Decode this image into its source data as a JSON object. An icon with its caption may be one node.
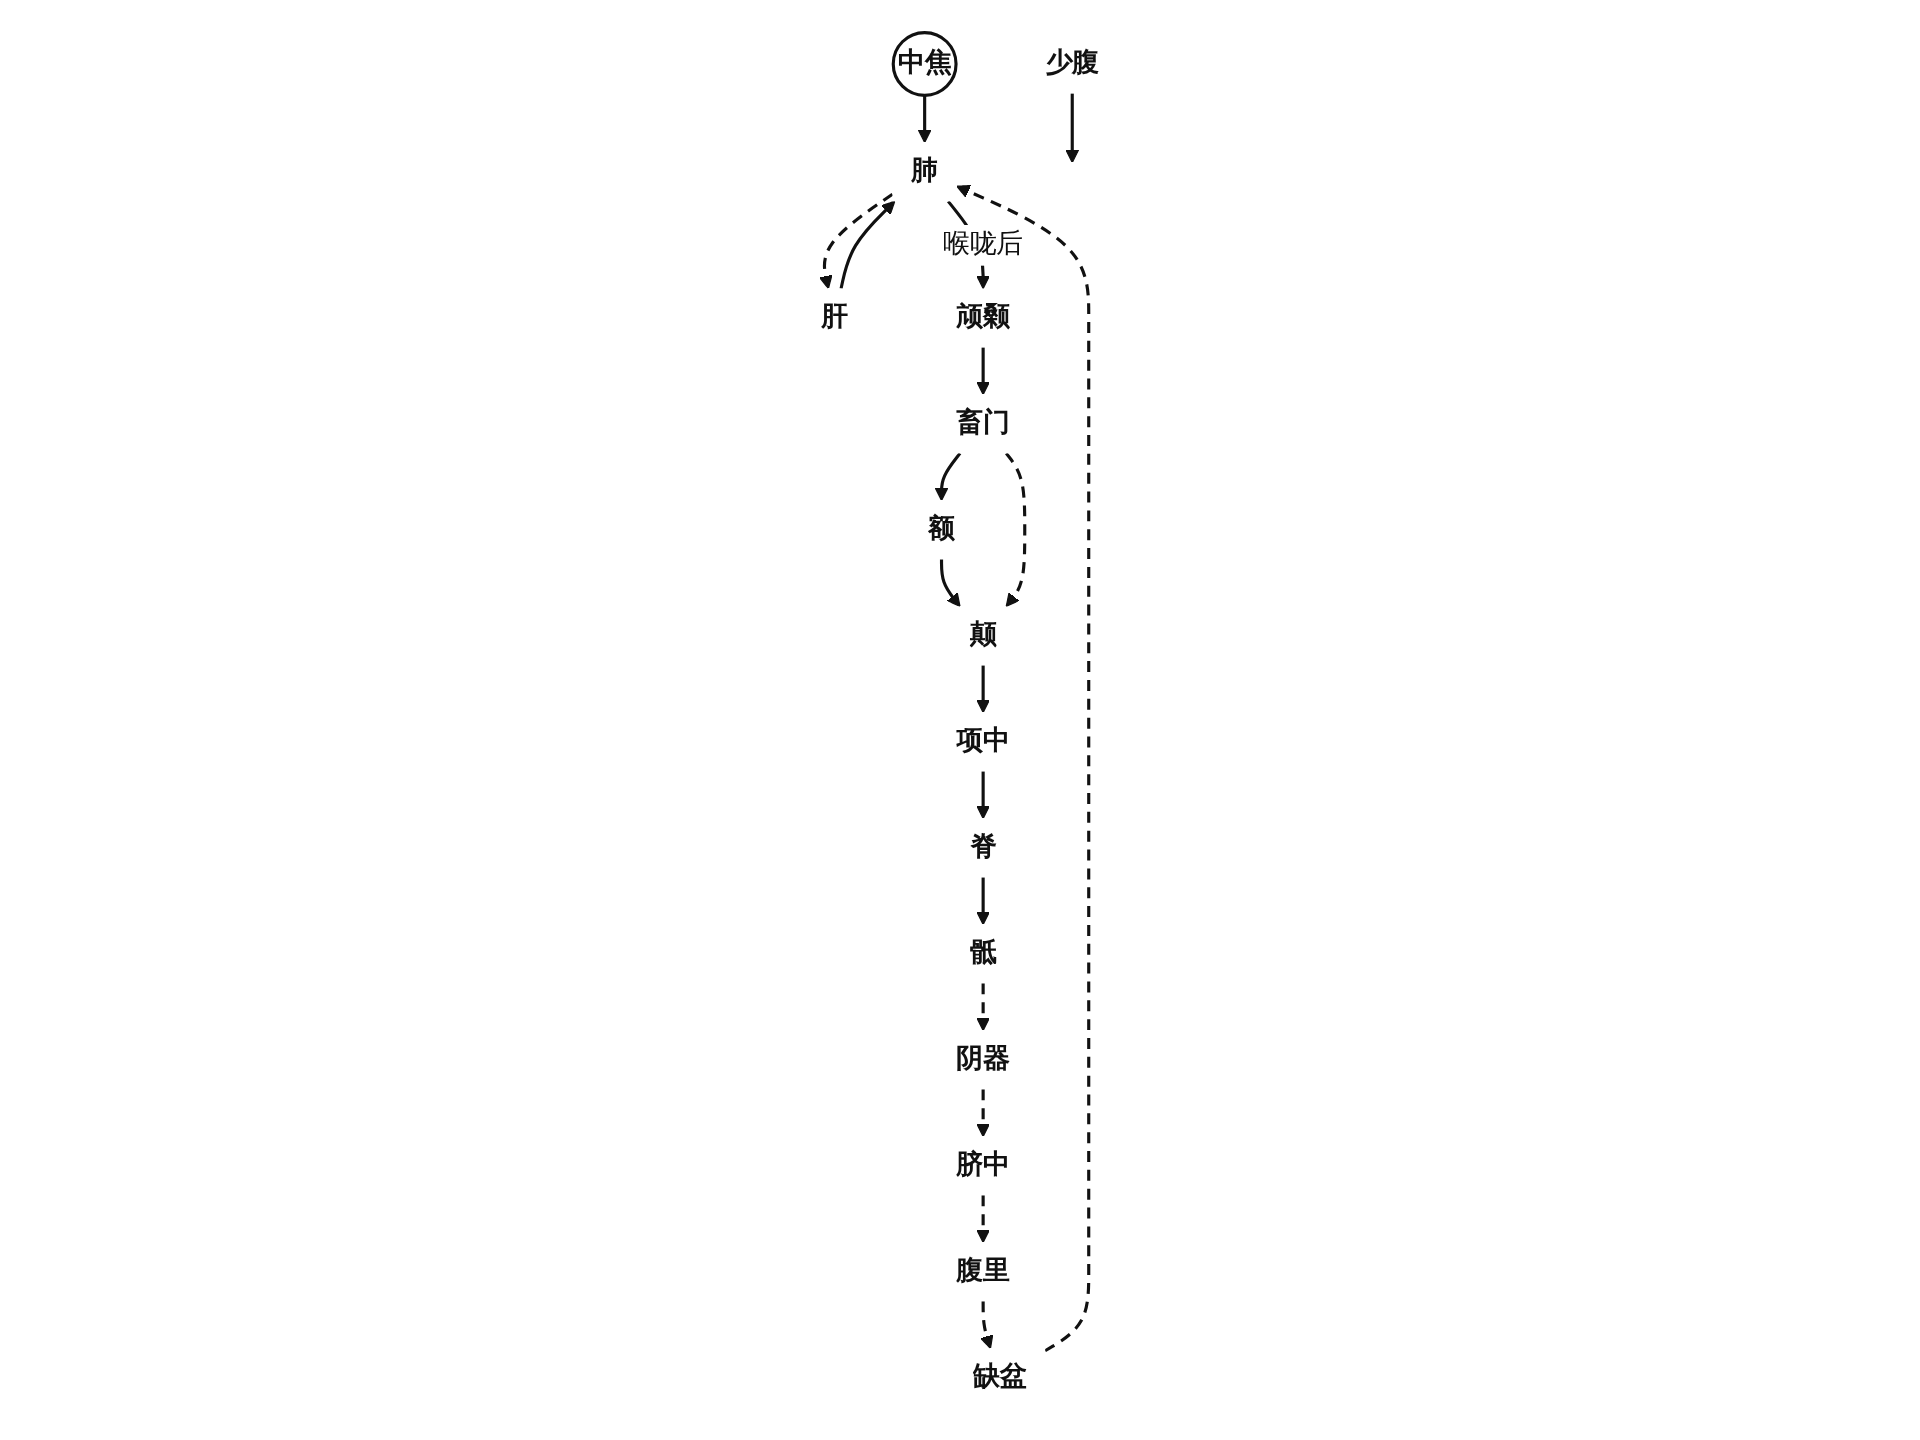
{
  "diagram": {
    "nodes": [
      {
        "text": [
          "颠"
        ]
      },
      {
        "text": [
          "额"
        ]
      },
      {
        "text": [
          "项中"
        ]
      },
      {
        "text": [
          "畜门"
        ]
      },
      {
        "text": [
          "颃颡"
        ]
      },
      {
        "text": [
          "肺"
        ]
      },
      {
        "text": [
          "缺盆"
        ]
      },
      {
        "text": [
          "脊"
        ]
      },
      {
        "text": [
          "肝"
        ]
      },
      {
        "text": [
          "中焦"
        ]
      },
      {
        "text": [
          "腹里"
        ]
      },
      {
        "text": [
          "少腹"
        ]
      },
      {
        "text": [
          "脐中"
        ]
      },
      {
        "text": [
          "骶"
        ]
      },
      {
        "text": [
          "阴器"
        ]
      }
    ],
    "edges": [
      {
        "from": 9,
        "to": 5,
        "arrow": "to"
      },
      {
        "from": 8,
        "to": 5,
        "arrow": "to"
      },
      {
        "from": 5,
        "to": 8,
        "arrow": "to",
        "style": "dashed"
      },
      {
        "from": 5,
        "to": 4,
        "arrow": "to",
        "label": "喉咙后"
      },
      {
        "from": 4,
        "to": 3,
        "arrow": "to"
      },
      {
        "from": 3,
        "to": 1,
        "arrow": "to"
      },
      {
        "from": 1,
        "to": 0,
        "arrow": "to"
      },
      {
        "from": 3,
        "to": 0,
        "arrow": "to",
        "style": "dashed"
      },
      {
        "from": 0,
        "to": 2,
        "arrow": "to"
      },
      {
        "from": 2,
        "to": 7,
        "arrow": "to"
      },
      {
        "from": 7,
        "to": 13,
        "arrow": "to"
      },
      {
        "from": 13,
        "to": 14,
        "arrow": "to",
        "style": "dashed"
      },
      {
        "from": 14,
        "to": 12,
        "arrow": "to",
        "style": "dashed"
      },
      {
        "from": 12,
        "to": 10,
        "arrow": "to",
        "style": "dashed"
      },
      {
        "from": 10,
        "to": 6,
        "arrow": "to",
        "style": "dashed"
      },
      {
        "from": 6,
        "to": 5,
        "arrow": "to",
        "style": "dashed"
      },
      {
        "from": 11,
        "to": null,
        "arrow": "to"
      }
    ]
  }
}
